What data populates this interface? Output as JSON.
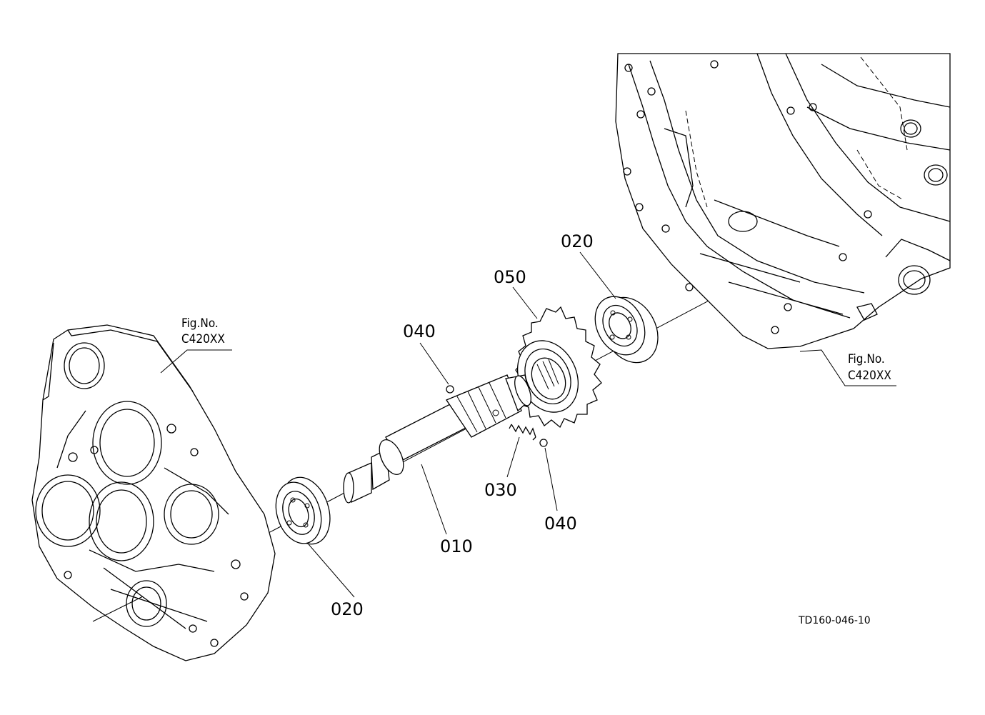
{
  "diagram": {
    "type": "exploded parts diagram",
    "drawing_code": "TD160-046-10",
    "figure_refs": [
      {
        "line1": "Fig.No.",
        "line2": "C420XX"
      },
      {
        "line1": "Fig.No.",
        "line2": "C420XX"
      }
    ],
    "part_labels": {
      "bearing_upper": "020",
      "gear": "050",
      "ball_top": "040",
      "spring": "030",
      "ball_bottom": "040",
      "shaft": "010",
      "bearing_lower": "020"
    }
  }
}
